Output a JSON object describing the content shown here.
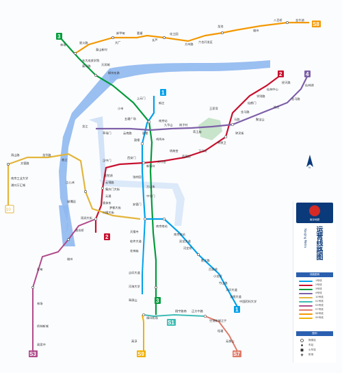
{
  "map": {
    "colors": {
      "river": "#8fb8ef",
      "line1": "#00a0e9",
      "line2": "#c8102e",
      "line3": "#009b3a",
      "line4": "#7d5fa8",
      "line10": "#e3b53a",
      "s1": "#3cbcb4",
      "s3": "#b04a8a",
      "s7": "#e07b6a",
      "s8": "#f39800",
      "s9": "#f1b000",
      "park": "#9fd0a0"
    },
    "line_badges": [
      "3",
      "S8",
      "1",
      "2",
      "4",
      "2",
      "10",
      "1",
      "3",
      "S1",
      "S9",
      "S7",
      "S3"
    ],
    "stations": {
      "s8_north": [
        "金牛湖",
        "八百桥",
        "雄州",
        "龙池",
        "六合开发区",
        "方州路",
        "化工园",
        "长芦",
        "葛塘",
        "卸甲甸",
        "大厂",
        "泰山新村"
      ],
      "l3_north": [
        "林场",
        "星火路",
        "东大成贤学院",
        "泰冯路",
        "天润城",
        "柳州东路",
        "上元门",
        "五塘广场",
        "小市"
      ],
      "center": [
        "南京站",
        "新庄",
        "鸡鸣寺",
        "鼓楼",
        "新街口",
        "大行宫",
        "张府园",
        "三山街",
        "中华门",
        "安德门",
        "南京南站"
      ],
      "l2_east": [
        "经天路",
        "仙林中心",
        "学则路",
        "仙鹤门",
        "金马路",
        "马群",
        "钟灵街",
        "孝陵卫",
        "下马坊",
        "苜蓿园",
        "明故宫",
        "西安门"
      ],
      "l2_west": [
        "汉中门",
        "莫愁湖",
        "云锦路",
        "集庆门大街",
        "元通",
        "奥体东",
        "兴隆大街",
        "雨润大街",
        "油坊桥"
      ],
      "l10": [
        "雨山路",
        "文德路",
        "龙华路",
        "南京工业大学",
        "浦口万汇城",
        "临江",
        "江心洲",
        "绿博园",
        "梦都大街"
      ],
      "s3": [
        "高家冲",
        "桥林新城",
        "林场",
        "星甸",
        "雄州"
      ],
      "s1": [
        "禄口机场",
        "翔宇路南",
        "正方中路",
        "翠屏山",
        "河海大学",
        "吉印大道"
      ],
      "s9": [
        "高淳"
      ],
      "s7": [
        "无想山",
        "柘塘",
        "空港新城江宁"
      ],
      "l1_south": [
        "天隆寺",
        "软件大道",
        "花神庙",
        "南京南站",
        "双龙大道",
        "河定桥",
        "胜太路",
        "百家湖",
        "小龙湾",
        "竹山路",
        "天印大道",
        "龙眠大道",
        "中国药科大学"
      ],
      "l4": [
        "龙江",
        "草场门",
        "云南路",
        "鼓楼",
        "九华山",
        "岗子村",
        "蒋王庙",
        "王家湾",
        "聚宝山",
        "徐庄",
        "金马路",
        "仙林湖"
      ]
    }
  },
  "panel": {
    "logo_text": "南京地铁",
    "title": "运营线路图",
    "subtitle": "Nanjing Metro",
    "legend_title": "线路图例",
    "legend": [
      {
        "label": "1号线",
        "color": "#00a0e9"
      },
      {
        "label": "2号线",
        "color": "#c8102e"
      },
      {
        "label": "3号线",
        "color": "#009b3a"
      },
      {
        "label": "4号线",
        "color": "#7d5fa8"
      },
      {
        "label": "10号线",
        "color": "#e3b53a"
      },
      {
        "label": "S1号线",
        "color": "#3cbcb4"
      },
      {
        "label": "S3号线",
        "color": "#b04a8a"
      },
      {
        "label": "S7号线",
        "color": "#e07b6a"
      },
      {
        "label": "S8号线",
        "color": "#f39800"
      },
      {
        "label": "S9号线",
        "color": "#f1b000"
      }
    ],
    "symbol_title": "图例",
    "symbols": [
      {
        "label": "换乘站",
        "icon": "transfer-icon"
      },
      {
        "label": "车站",
        "icon": "station-icon"
      },
      {
        "label": "火车站",
        "icon": "train-icon"
      },
      {
        "label": "机场",
        "icon": "airport-icon"
      }
    ]
  }
}
